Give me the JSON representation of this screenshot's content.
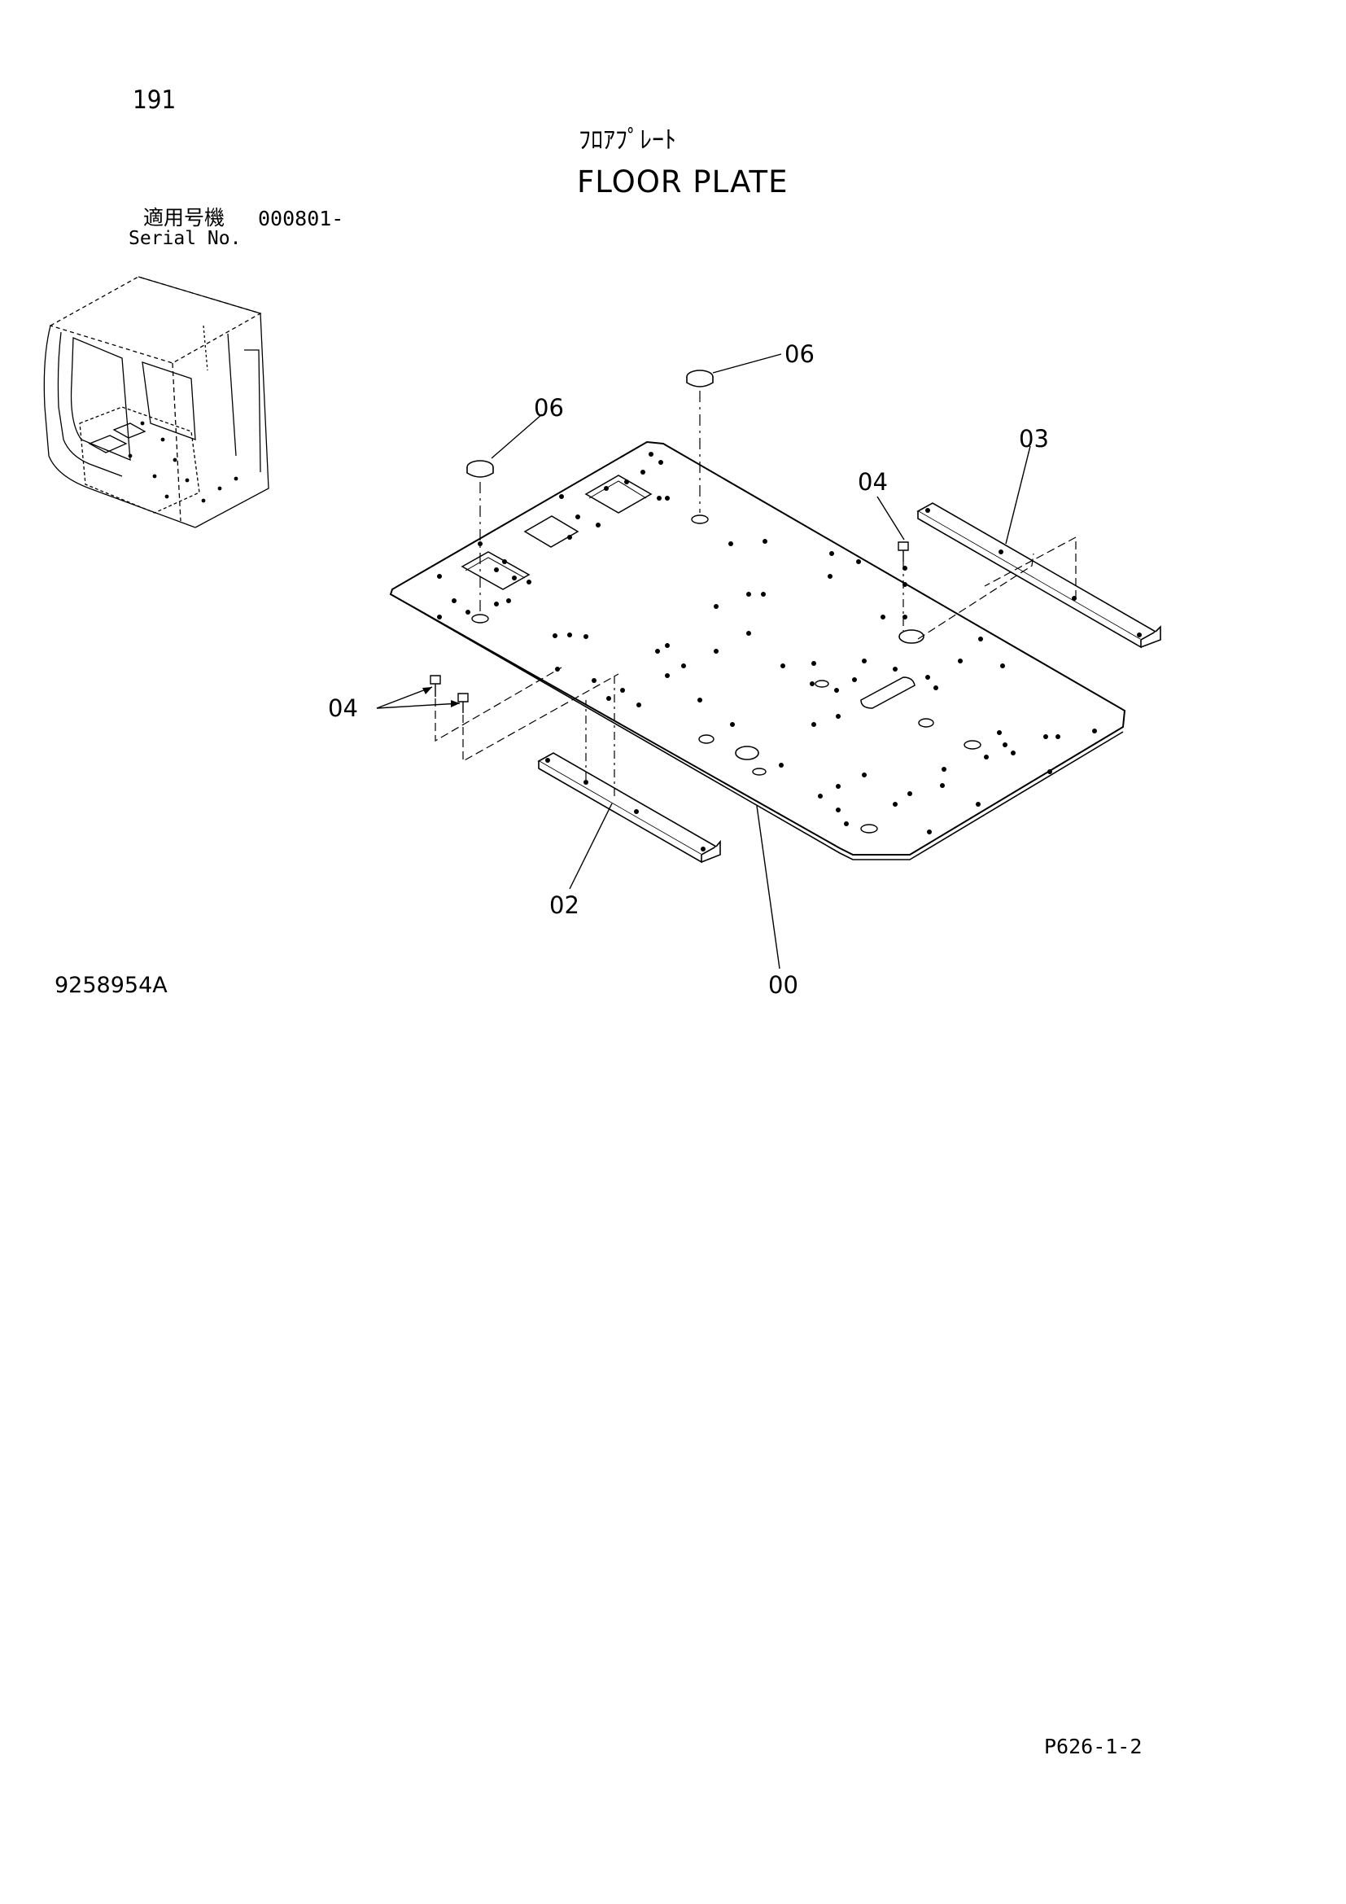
{
  "page": {
    "page_number": "191",
    "title_jp": "ﾌﾛｱﾌﾟﾚｰﾄ",
    "title_en": "FLOOR PLATE",
    "serial_label_jp": "適用号機",
    "serial_range": "000801-",
    "serial_label_en": "Serial No.",
    "drawing_number": "9258954A",
    "sheet_code": "P626-1-2"
  },
  "parts": {
    "label_00": "00",
    "label_02": "02",
    "label_03": "03",
    "label_04_right": "04",
    "label_04_left": "04",
    "label_06_top": "06",
    "label_06_left": "06"
  }
}
